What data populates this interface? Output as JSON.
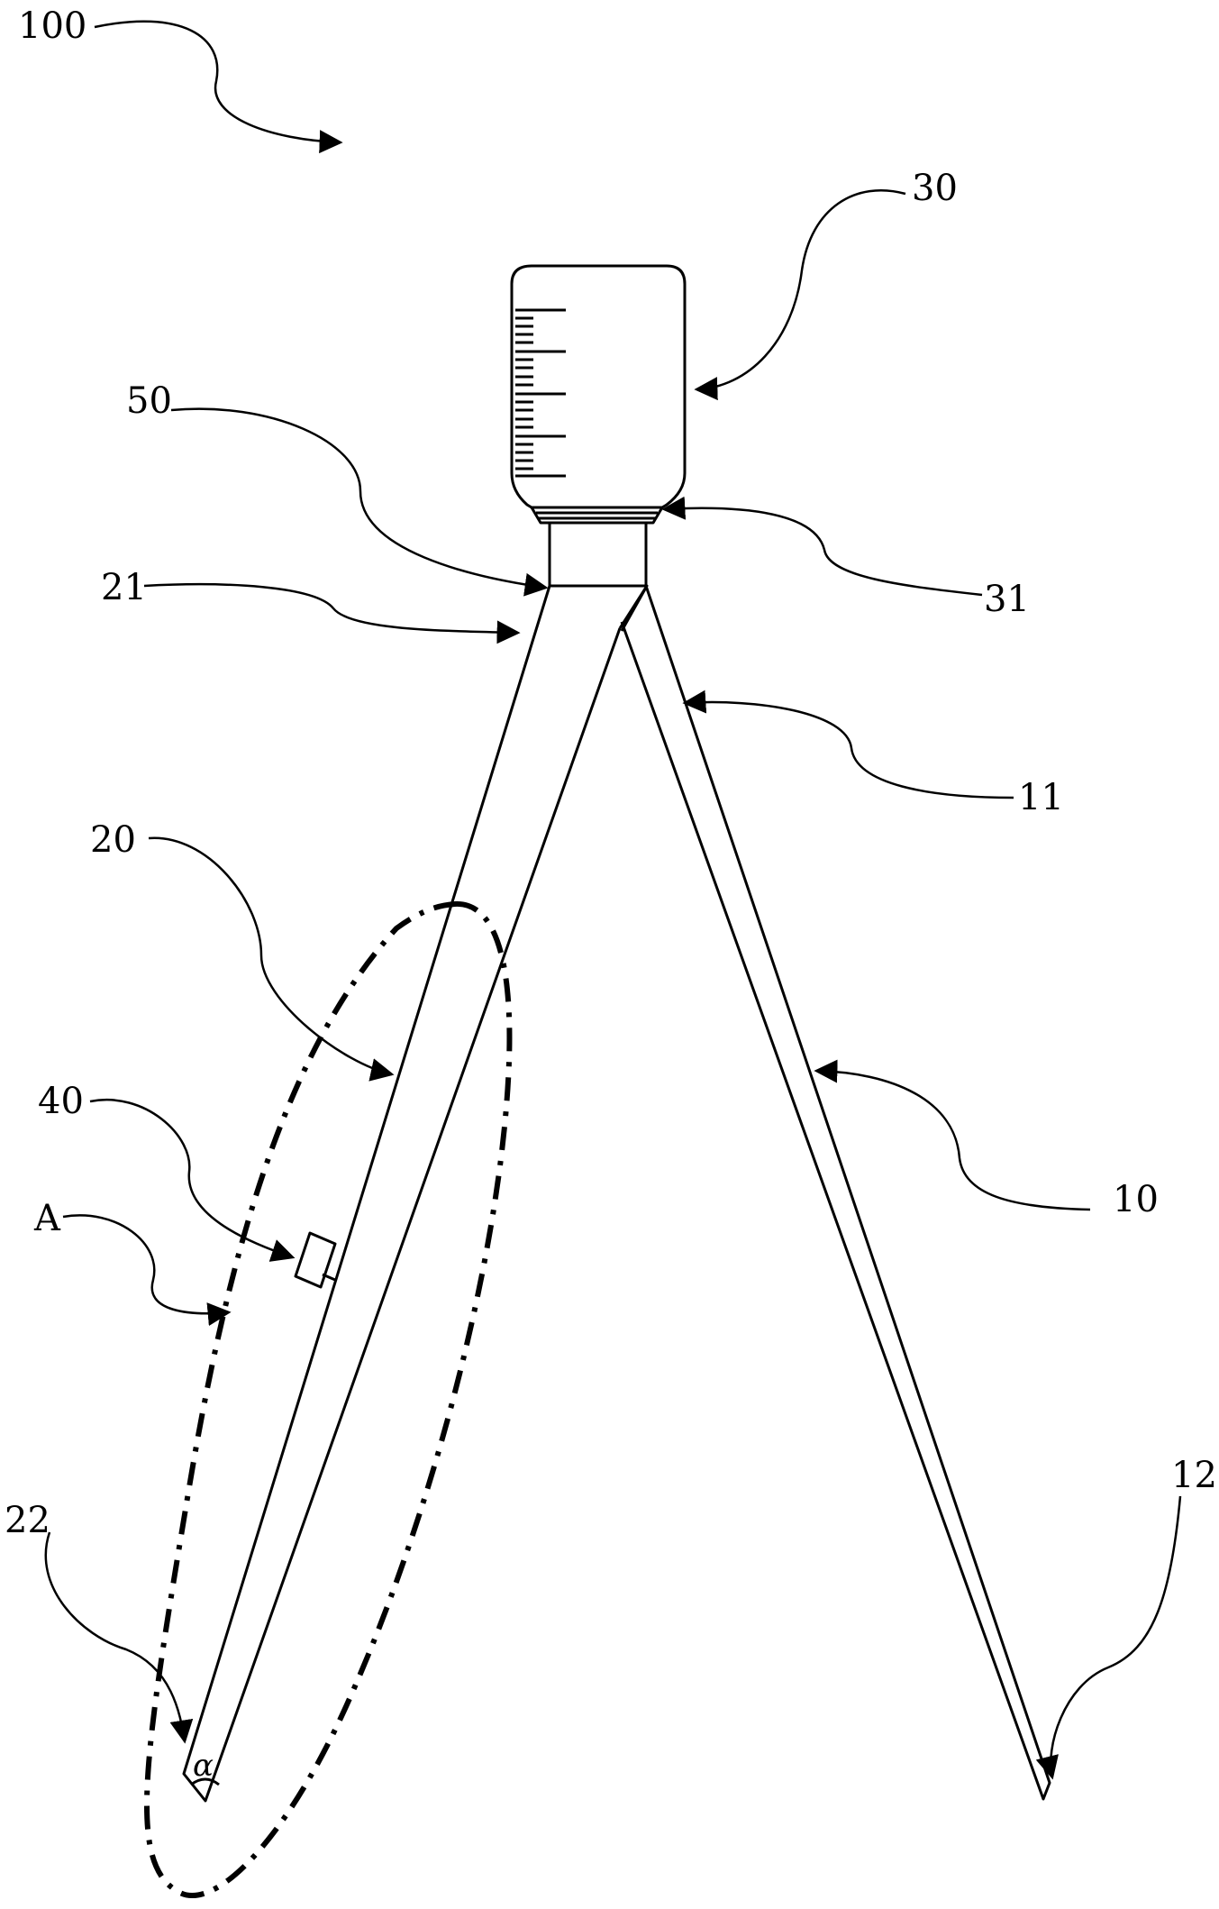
{
  "figure": {
    "reference_numerals": {
      "device": "100",
      "bottle": "30",
      "connector": "50",
      "bottle_neck": "31",
      "second_tube_top": "21",
      "first_tube_top": "11",
      "second_tube": "20",
      "clamp": "40",
      "detail_region": "A",
      "first_tube": "10",
      "second_tube_end": "22",
      "first_tube_end": "12"
    },
    "angle_symbol": "α"
  }
}
